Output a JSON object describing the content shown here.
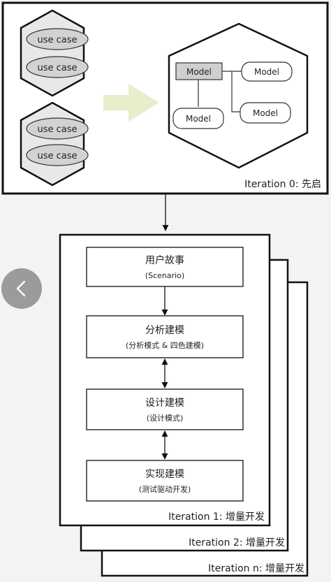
{
  "iteration0": {
    "label": "Iteration 0: 先启",
    "use_cases": [
      "use case",
      "use case",
      "use case",
      "use case"
    ],
    "models": [
      "Model",
      "Model",
      "Model",
      "Model"
    ]
  },
  "iterations": [
    {
      "label": "Iteration 1: 增量开发"
    },
    {
      "label": "Iteration 2: 增量开发"
    },
    {
      "label": "Iteration n: 增量开发"
    }
  ],
  "steps": [
    {
      "title": "用户故事",
      "subtitle": "(Scenario)"
    },
    {
      "title": "分析建模",
      "subtitle": "(分析模式 & 四色建模)"
    },
    {
      "title": "设计建模",
      "subtitle": "(设计模式)"
    },
    {
      "title": "实现建模",
      "subtitle": "(测试驱动开发)"
    }
  ],
  "colors": {
    "hexagon_fill": "#e8e8e8",
    "ellipse_fill": "#d2d2d2",
    "model_box_fill": "#cfcfcf",
    "arrow_fill": "#e6eecb",
    "back_button": "#9b9b9b"
  }
}
